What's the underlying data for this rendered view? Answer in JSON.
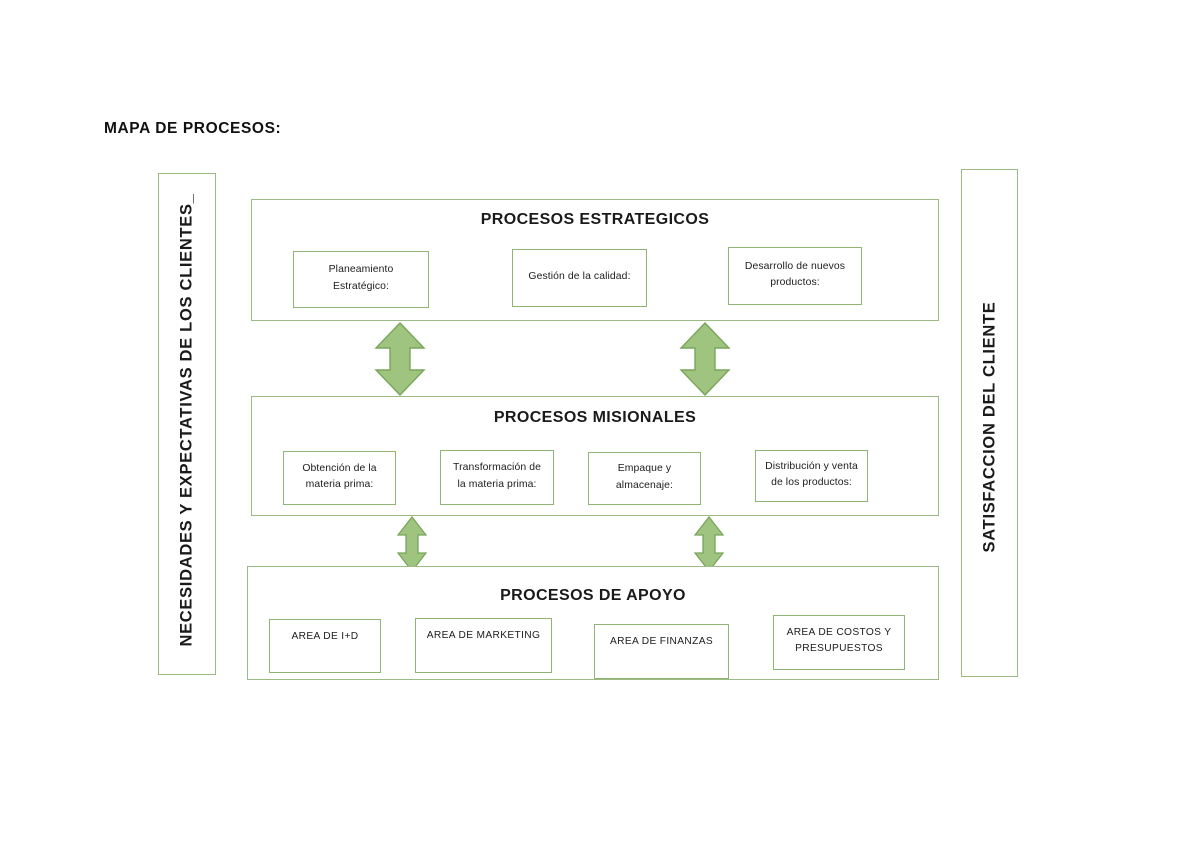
{
  "document": {
    "title": "MAPA DE PROCESOS:"
  },
  "colors": {
    "arrow_fill": "#9fc47f",
    "arrow_stroke": "#79a55a",
    "box_border": "#8fb473",
    "band_border": "#9cbb84",
    "text": "#1a1a1a",
    "background": "#ffffff"
  },
  "side_bars": {
    "left": {
      "label": "NECESIDADES Y EXPECTATIVAS DE LOS CLIENTES_"
    },
    "right": {
      "label": "SATISFACCION DEL CLIENTE"
    }
  },
  "bands": {
    "strategic": {
      "title": "PROCESOS ESTRATEGICOS",
      "boxes": [
        {
          "label": "Planeamiento\nEstratégico:"
        },
        {
          "label": "Gestión de la calidad:"
        },
        {
          "label": "Desarrollo de nuevos\nproductos:"
        }
      ]
    },
    "missional": {
      "title": "PROCESOS MISIONALES",
      "boxes": [
        {
          "label": "Obtención de la\nmateria prima:"
        },
        {
          "label": "Transformación de\nla materia prima:"
        },
        {
          "label": "Empaque y\nalmacenaje:"
        },
        {
          "label": "Distribución y venta\nde los productos:"
        }
      ]
    },
    "support": {
      "title": "PROCESOS DE APOYO",
      "boxes": [
        {
          "label": "AREA DE I+D"
        },
        {
          "label": "AREA DE MARKETING"
        },
        {
          "label": "AREA DE FINANZAS"
        },
        {
          "label": "AREA DE COSTOS Y\nPRESUPUESTOS"
        }
      ]
    }
  },
  "arrows": [
    {
      "name": "strategic-missional-left",
      "direction": "double-vertical"
    },
    {
      "name": "strategic-missional-right",
      "direction": "double-vertical"
    },
    {
      "name": "missional-support-left",
      "direction": "double-vertical"
    },
    {
      "name": "missional-support-right",
      "direction": "double-vertical"
    }
  ]
}
